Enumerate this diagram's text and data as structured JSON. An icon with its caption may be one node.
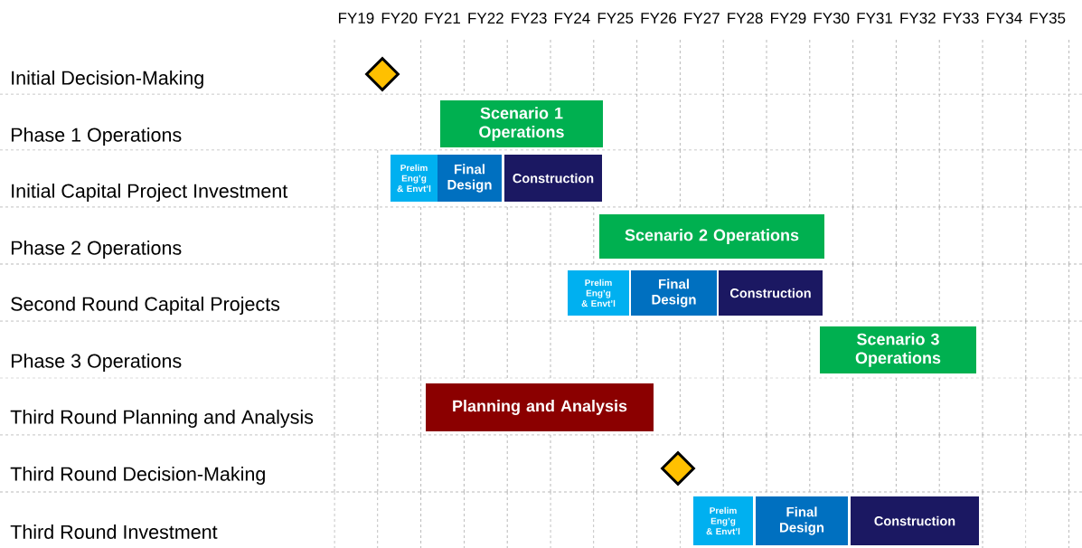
{
  "diagram": {
    "nodes": [
      {
        "text": [],
        "shape": "diamond"
      },
      {
        "text": [
          "Scenario 1 Operations"
        ]
      },
      {
        "text": [
          "Prelim Eng’g & Envt’l"
        ]
      },
      {
        "text": [
          "Final Design"
        ]
      },
      {
        "text": [
          "Construction"
        ]
      },
      {
        "text": [
          "Scenario 2 Operations"
        ]
      },
      {
        "text": [
          "Prelim Eng’g & Envt’l"
        ]
      },
      {
        "text": [
          "Final Design"
        ]
      },
      {
        "text": [
          "Construction"
        ]
      },
      {
        "text": [
          "Scenario 3 Operations"
        ]
      },
      {
        "text": [
          "Planning and Analysis"
        ]
      },
      {
        "text": [],
        "shape": "diamond"
      },
      {
        "text": [
          "Prelim Eng’g & Envt’l"
        ]
      },
      {
        "text": [
          "Final Design"
        ]
      },
      {
        "text": [
          "Construction"
        ]
      }
    ],
    "labels": [
      "FY19",
      "FY20",
      "FY21",
      "FY22",
      "FY23",
      "FY24",
      "FY25",
      "FY26",
      "FY27",
      "FY28",
      "FY29",
      "FY30",
      "FY31",
      "FY32",
      "FY33",
      "FY34",
      "FY35",
      "Initial Decision-Making",
      "Phase 1 Operations",
      "Initial Capital Project Investment",
      "Phase 2 Operations",
      "Second Round Capital Projects",
      "Phase 3 Operations",
      "Third Round Planning and Analysis",
      "Third Round Decision-Making",
      "Third Round Investment"
    ]
  }
}
